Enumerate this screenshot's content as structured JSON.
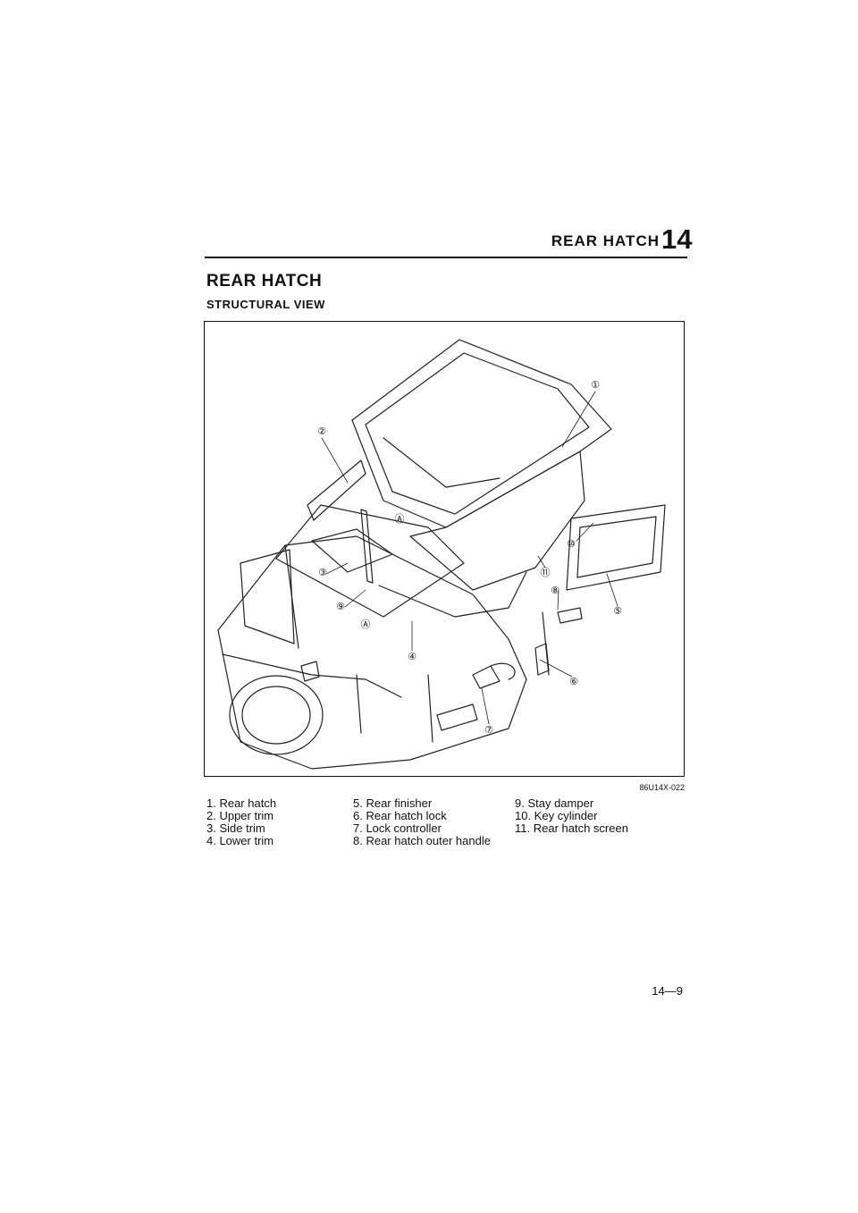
{
  "header": {
    "title": "REAR HATCH",
    "chapter_number": "14"
  },
  "section": {
    "title": "REAR HATCH",
    "subtitle": "STRUCTURAL VIEW"
  },
  "figure": {
    "code": "86U14X-022",
    "callouts": [
      "①",
      "②",
      "③",
      "④",
      "⑤",
      "⑥",
      "⑦",
      "⑧",
      "⑨",
      "⑩",
      "⑪",
      "Ⓐ",
      "Ⓐ"
    ]
  },
  "legend": {
    "column_1": [
      "1. Rear hatch",
      "2. Upper trim",
      "3. Side trim",
      "4. Lower trim"
    ],
    "column_2": [
      "5. Rear finisher",
      "6. Rear hatch lock",
      "7. Lock controller",
      "8. Rear hatch outer handle"
    ],
    "column_3": [
      "9. Stay damper",
      "10. Key cylinder",
      "11. Rear hatch screen"
    ]
  },
  "page_number": "14—9"
}
